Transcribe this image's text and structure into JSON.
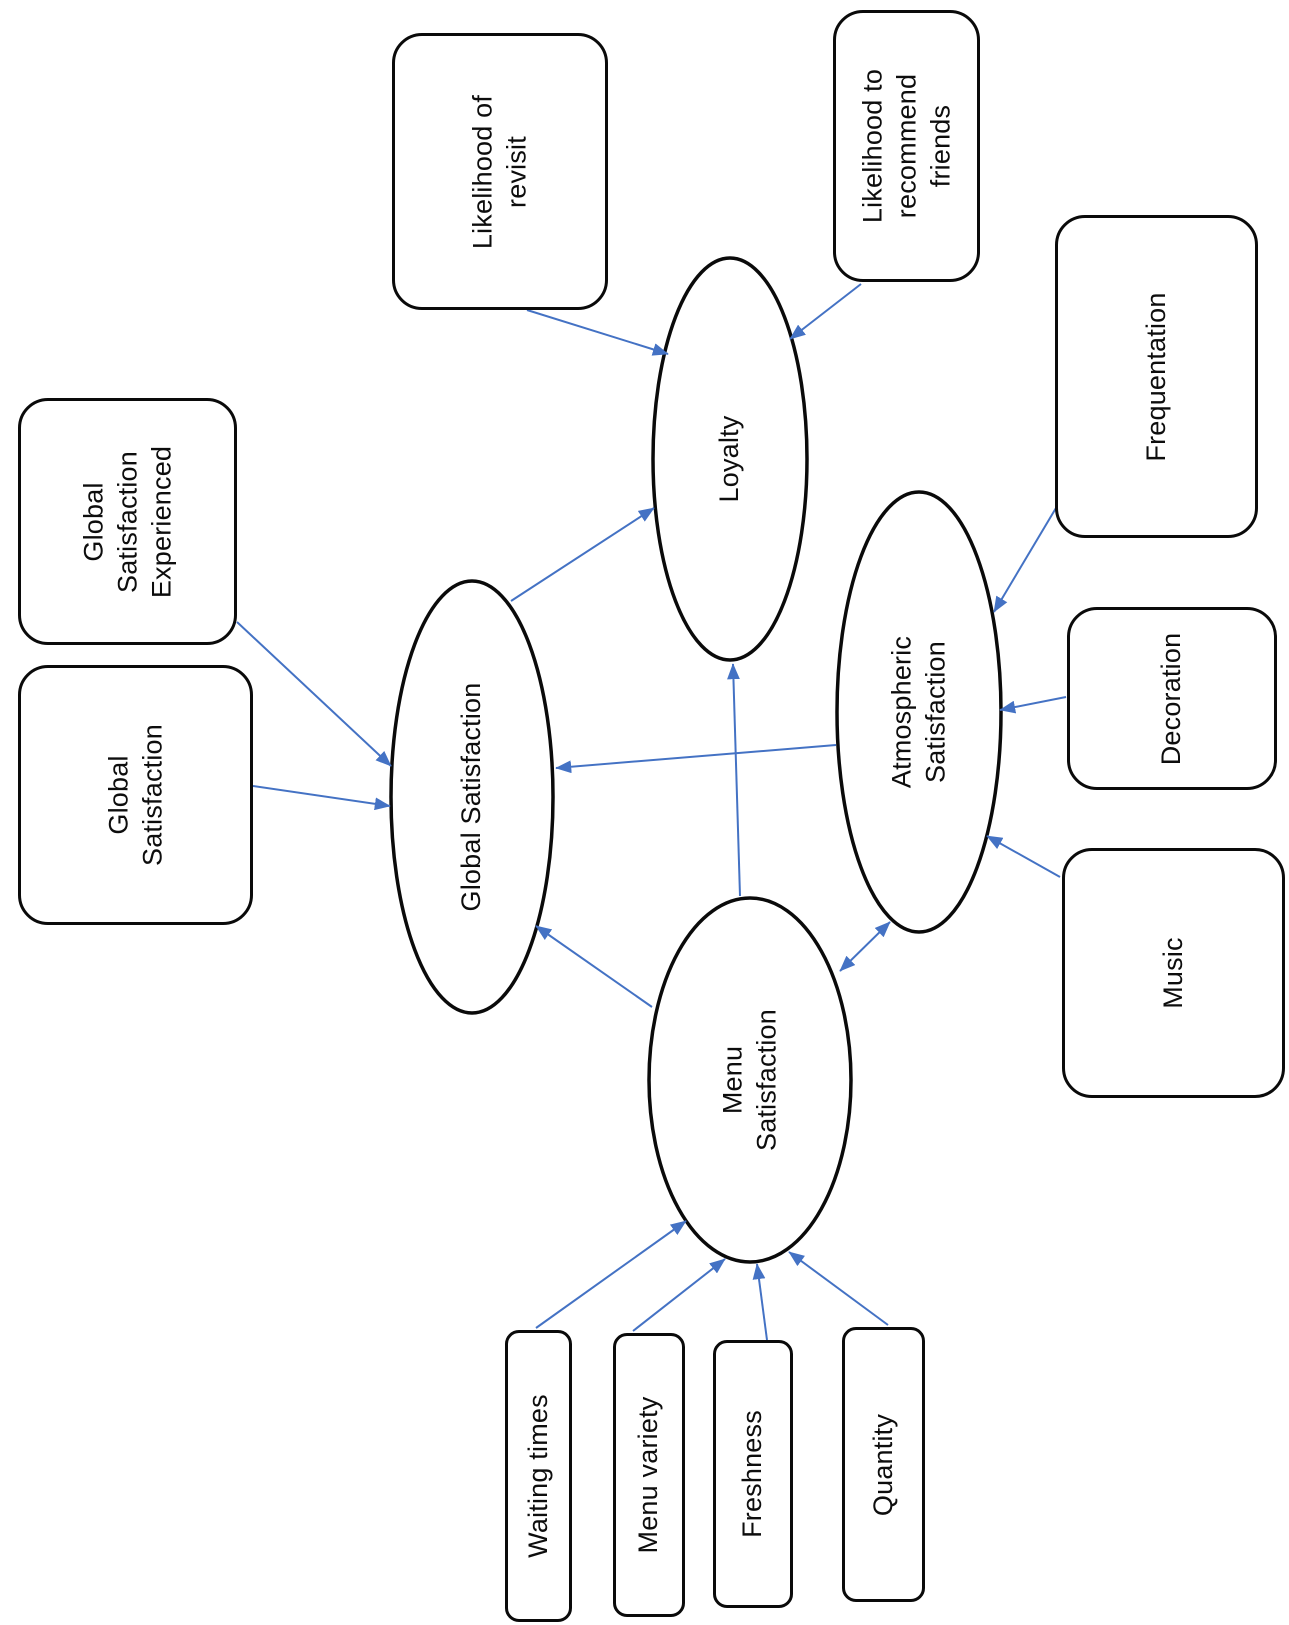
{
  "diagram": {
    "type": "structural-model-path-diagram",
    "orientation": "text rotated 90 degrees counterclockwise",
    "colors": {
      "arrow": "#4472C4",
      "shape_border": "#0a0a0a",
      "shape_fill": "#ffffff",
      "text": "#0d0d0d",
      "background": "#ffffff"
    }
  },
  "nodes": {
    "likelihood_revisit": {
      "label": "Likelihood of\nrevisit",
      "shape": "rounded-rectangle"
    },
    "likelihood_recommend": {
      "label": "Likelihood to\nrecommend\nfriends",
      "shape": "rounded-rectangle"
    },
    "gs_experienced": {
      "label": "Global\nSatisfaction\nExperienced",
      "shape": "rounded-rectangle"
    },
    "gs_indicator": {
      "label": "Global\nSatisfaction",
      "shape": "rounded-rectangle"
    },
    "frequentation": {
      "label": "Frequentation",
      "shape": "rounded-rectangle"
    },
    "decoration": {
      "label": "Decoration",
      "shape": "rounded-rectangle"
    },
    "music": {
      "label": "Music",
      "shape": "rounded-rectangle"
    },
    "waiting_times": {
      "label": "Waiting times",
      "shape": "rounded-rectangle"
    },
    "menu_variety": {
      "label": "Menu variety",
      "shape": "rounded-rectangle"
    },
    "freshness": {
      "label": "Freshness",
      "shape": "rounded-rectangle"
    },
    "quantity": {
      "label": "Quantity",
      "shape": "rounded-rectangle"
    },
    "loyalty": {
      "label": "Loyalty",
      "shape": "ellipse"
    },
    "global_satisfaction": {
      "label": "Global Satisfaction",
      "shape": "ellipse"
    },
    "atmospheric_satisfaction": {
      "label": "Atmospheric\nSatisfaction",
      "shape": "ellipse"
    },
    "menu_satisfaction": {
      "label": "Menu\nSatisfaction",
      "shape": "ellipse"
    }
  },
  "edges": [
    {
      "from": "likelihood_revisit",
      "to": "loyalty",
      "bidirectional": false
    },
    {
      "from": "likelihood_recommend",
      "to": "loyalty",
      "bidirectional": false
    },
    {
      "from": "gs_experienced",
      "to": "global_satisfaction",
      "bidirectional": false
    },
    {
      "from": "gs_indicator",
      "to": "global_satisfaction",
      "bidirectional": false
    },
    {
      "from": "global_satisfaction",
      "to": "loyalty",
      "bidirectional": false
    },
    {
      "from": "menu_satisfaction",
      "to": "loyalty",
      "bidirectional": false
    },
    {
      "from": "menu_satisfaction",
      "to": "global_satisfaction",
      "bidirectional": false
    },
    {
      "from": "atmospheric_satisfaction",
      "to": "global_satisfaction",
      "bidirectional": false
    },
    {
      "from": "frequentation",
      "to": "atmospheric_satisfaction",
      "bidirectional": false
    },
    {
      "from": "decoration",
      "to": "atmospheric_satisfaction",
      "bidirectional": false
    },
    {
      "from": "music",
      "to": "atmospheric_satisfaction",
      "bidirectional": false
    },
    {
      "from": "menu_satisfaction",
      "to": "atmospheric_satisfaction",
      "bidirectional": true
    },
    {
      "from": "waiting_times",
      "to": "menu_satisfaction",
      "bidirectional": false
    },
    {
      "from": "menu_variety",
      "to": "menu_satisfaction",
      "bidirectional": false
    },
    {
      "from": "freshness",
      "to": "menu_satisfaction",
      "bidirectional": false
    },
    {
      "from": "quantity",
      "to": "menu_satisfaction",
      "bidirectional": false
    }
  ]
}
